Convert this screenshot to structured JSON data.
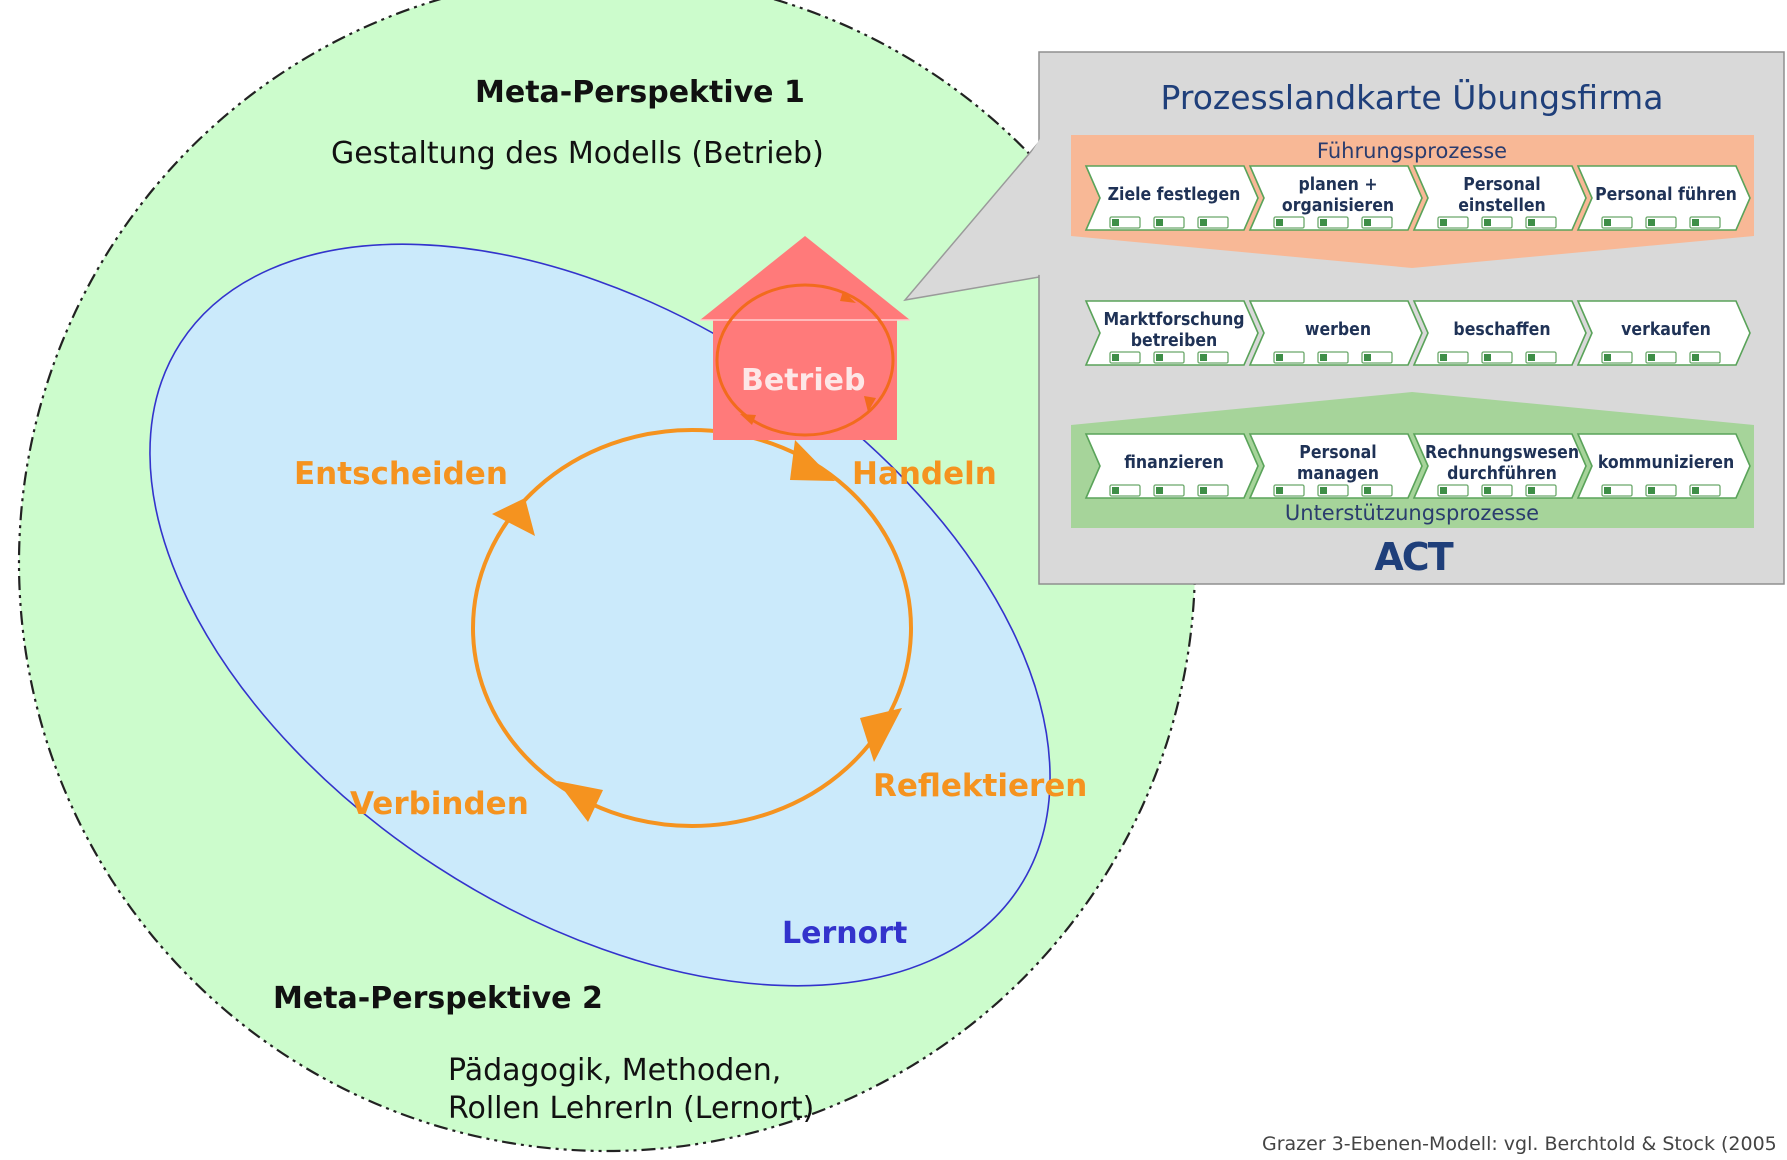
{
  "meta_perspective_1": {
    "title": "Meta-Perspektive 1",
    "subtitle": "Gestaltung des Modells (Betrieb)"
  },
  "meta_perspective_2": {
    "title": "Meta-Perspektive 2",
    "line1": "Pädagogik, Methoden,",
    "line2": "Rollen LehrerIn (Lernort)"
  },
  "lernort_label": "Lernort",
  "betrieb_label": "Betrieb",
  "cycle_labels": {
    "entscheiden": "Entscheiden",
    "handeln": "Handeln",
    "reflektieren": "Reflektieren",
    "verbinden": "Verbinden"
  },
  "process_map": {
    "title": "Prozesslandkarte Übungsfirma",
    "management_label": "Führungsprozesse",
    "support_label": "Unterstützungsprozesse",
    "logo": "ACT",
    "management": [
      {
        "line1": "Ziele festlegen",
        "line2": ""
      },
      {
        "line1": "planen +",
        "line2": "organisieren"
      },
      {
        "line1": "Personal",
        "line2": "einstellen"
      },
      {
        "line1": "Personal führen",
        "line2": ""
      }
    ],
    "core": [
      {
        "line1": "Marktforschung",
        "line2": "betreiben"
      },
      {
        "line1": "werben",
        "line2": ""
      },
      {
        "line1": "beschaffen",
        "line2": ""
      },
      {
        "line1": "verkaufen",
        "line2": ""
      }
    ],
    "support": [
      {
        "line1": "finanzieren",
        "line2": ""
      },
      {
        "line1": "Personal",
        "line2": "managen"
      },
      {
        "line1": "Rechnungswesen",
        "line2": "durchführen"
      },
      {
        "line1": "kommunizieren",
        "line2": ""
      }
    ]
  },
  "caption": "Grazer 3-Ebenen-Modell: vgl. Berchtold & Stock (2005",
  "colors": {
    "outer_circle": "#ccfccc",
    "inner_ellipse": "#cbeafb",
    "ellipse_stroke": "#3333cc",
    "cycle": "#f5931f",
    "house": "#ff7a7a",
    "house_ring": "#f26b1d",
    "panel": "#d9d9d9",
    "management_band": "#f8b896",
    "support_band": "#a6d49a"
  }
}
